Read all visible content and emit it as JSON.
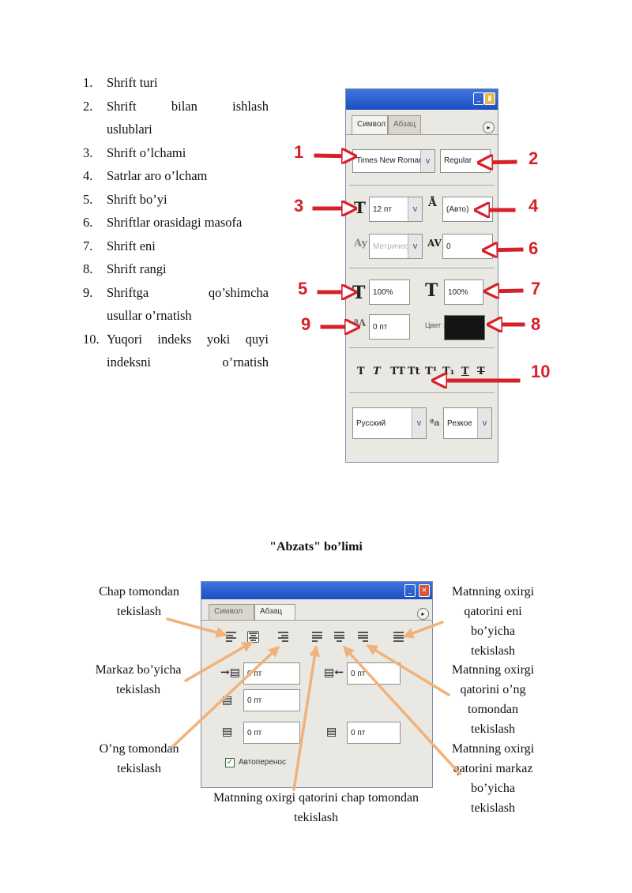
{
  "list": [
    {
      "n": "1.",
      "t": "Shrift turi"
    },
    {
      "n": "2.",
      "t": "Shrift bilan ishlash",
      "t2": "uslublari"
    },
    {
      "n": "3.",
      "t": "Shrift o’lchami"
    },
    {
      "n": "4.",
      "t": "Satrlar aro o’lcham"
    },
    {
      "n": "5.",
      "t": "Shrift bo’yi"
    },
    {
      "n": "6.",
      "t": "Shriftlar orasidagi masofa"
    },
    {
      "n": "7.",
      "t": "Shrift eni"
    },
    {
      "n": "8.",
      "t": "Shrift rangi"
    },
    {
      "n": "9.",
      "t": "Shriftga qo’shimcha",
      "t2": "usullar o’rnatish"
    },
    {
      "n": "10.",
      "t": "Yuqori indeks yoki quyi",
      "t2": "indeksni o’rnatish"
    }
  ],
  "char_panel": {
    "tab_active": "Символ",
    "tab_inactive": "Абзац",
    "font_family": "Times New Roman",
    "font_style": "Regular",
    "font_size": "12 пт",
    "leading": "(Авто)",
    "kerning": "Метрические",
    "tracking": "0",
    "vertical_scale": "100%",
    "horizontal_scale": "100%",
    "baseline_shift": "0 пт",
    "color_label": "Цвет :",
    "color_value": "#141414",
    "style_buttons": [
      "T",
      "T",
      "TT",
      "Tt",
      "T¹",
      "T₁",
      "T",
      "T"
    ],
    "language": "Русский",
    "aa_label": "ªa",
    "antialias": "Резкое",
    "dropdown_glyph": "v"
  },
  "callout_numbers": [
    "1",
    "2",
    "3",
    "4",
    "5",
    "6",
    "7",
    "8",
    "9",
    "10"
  ],
  "section_title": "\"Abzats\"  bo’limi",
  "para_panel": {
    "tab_inactive": "Символ",
    "tab_active": "Абзац",
    "indent_left": "0 пт",
    "indent_right": "0 пт",
    "indent_first": "0 пт",
    "space_before": "0 пт",
    "space_after": "0 пт",
    "hyphenation": "Автоперенос",
    "check": "✓"
  },
  "labels": {
    "chap_1": "Chap tomondan",
    "chap_2": "tekislash",
    "markaz_1": "Markaz bo’yicha",
    "markaz_2": "tekislash",
    "ong_1": "O’ng tomondan",
    "ong_2": "tekislash",
    "bottom_1": "Matnning oxirgi qatorini chap tomondan",
    "bottom_2": "tekislash",
    "r1_1": "Matnning oxirgi",
    "r1_2": "qatorini eni",
    "r1_3": "bo’yicha",
    "r1_4": "tekislash",
    "r2_1": "Matnning oxirgi",
    "r2_2": "qatorini o’ng",
    "r2_3": "tomondan",
    "r2_4": "tekislash",
    "r3_1": "Matnning oxirgi",
    "r3_2": "qatorini markaz",
    "r3_3": "bo’yicha",
    "r3_4": "tekislash"
  },
  "colors": {
    "annotation_red": "#d6202a",
    "callout_orange": "#f0b27a"
  }
}
